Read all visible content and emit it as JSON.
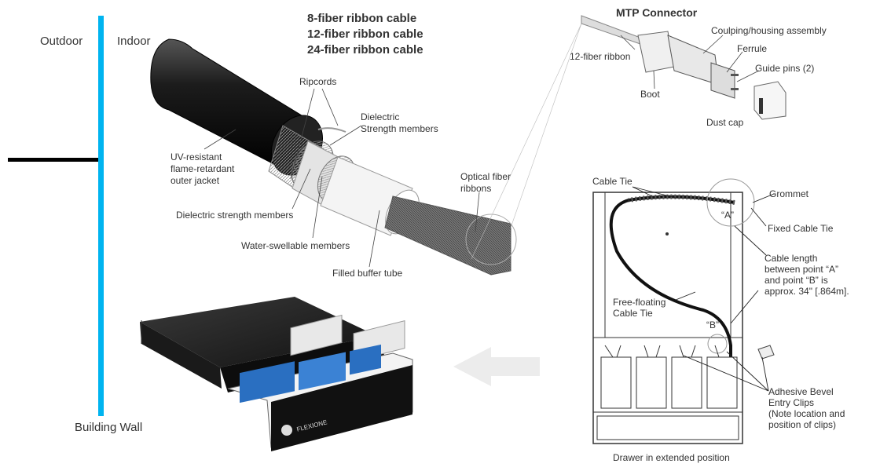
{
  "wall": {
    "outdoor": "Outdoor",
    "indoor": "Indoor",
    "building_wall": "Building Wall",
    "wall_color": "#00b4f0"
  },
  "cable_types": [
    "8-fiber ribbon cable",
    "12-fiber ribbon cable",
    "24-fiber ribbon cable"
  ],
  "cable_labels": {
    "ripcords": "Ripcords",
    "dielectric_strength_1": "Dielectric",
    "dielectric_strength_2": "Strength members",
    "outer_jacket_1": "UV-resistant",
    "outer_jacket_2": "flame-retardant",
    "outer_jacket_3": "outer jacket",
    "dielectric_strength_members": "Dielectric strength members",
    "water_swellable": "Water-swellable members",
    "filled_buffer_tube": "Filled buffer tube",
    "optical_fiber_1": "Optical fiber",
    "optical_fiber_2": "ribbons"
  },
  "mtp": {
    "title": "MTP Connector",
    "coupling": "Coulping/housing assembly",
    "ferrule": "Ferrule",
    "guide_pins": "Guide pins (2)",
    "ribbon": "12-fiber ribbon",
    "boot": "Boot",
    "dust_cap": "Dust cap"
  },
  "drawer": {
    "cable_tie": "Cable Tie",
    "grommet": "Grommet",
    "fixed_cable_tie": "Fixed Cable Tie",
    "point_a": "“A”",
    "point_b": "“B”",
    "cable_length_1": "Cable length",
    "cable_length_2": "between point “A”",
    "cable_length_3": "and point “B” is",
    "cable_length_4": "approx. 34\" [.864m].",
    "free_floating_1": "Free-floating",
    "free_floating_2": "Cable Tie",
    "adhesive_1": "Adhesive Bevel",
    "adhesive_2": "Entry Clips",
    "adhesive_3": "(Note location and",
    "adhesive_4": "position of clips)",
    "caption": "Drawer in extended position"
  },
  "enclosure": {
    "logo_text": "FLEXIONE"
  }
}
